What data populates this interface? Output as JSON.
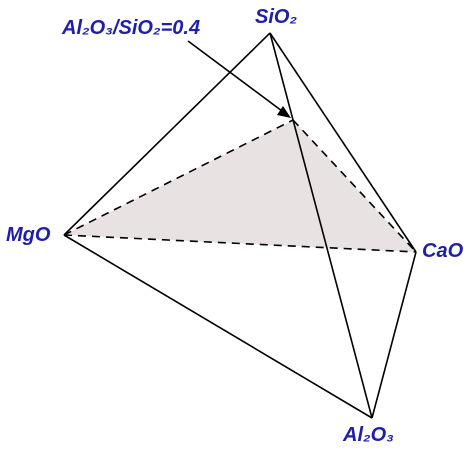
{
  "labels": {
    "ratio": "Al₂O₃/SiO₂=0.4",
    "sio2": "SiO₂",
    "mgo": "MgO",
    "cao": "CaO",
    "al2o3": "Al₂O₃"
  },
  "colors": {
    "label": "#1f1fa8",
    "edge": "#000000",
    "section_fill": "#e8e2e2"
  }
}
